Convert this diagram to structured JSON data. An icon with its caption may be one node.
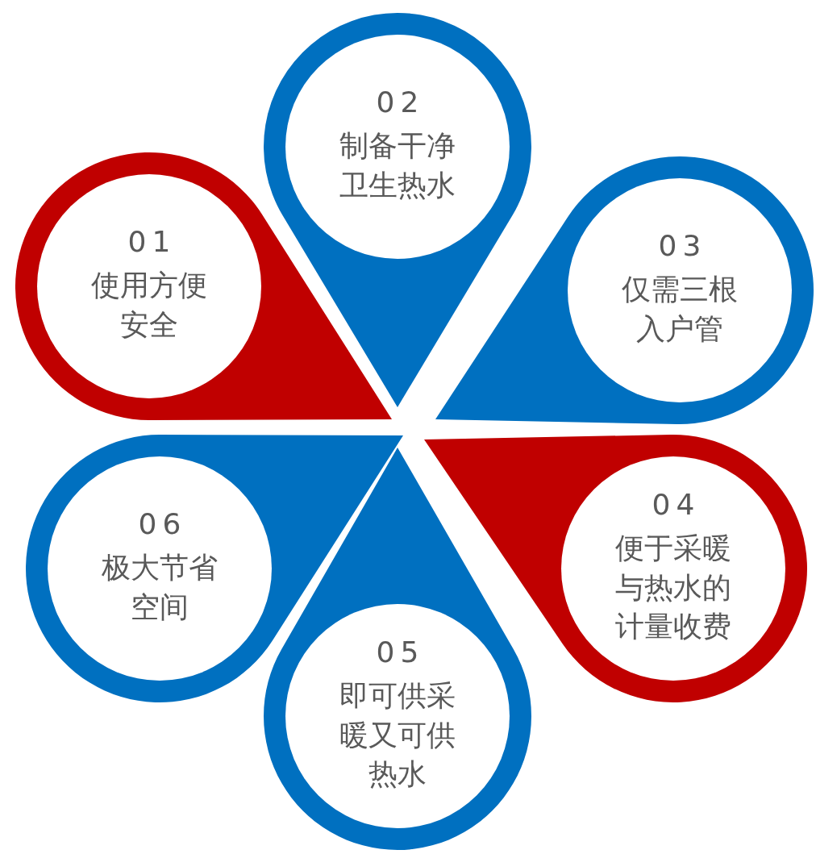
{
  "diagram": {
    "nodes": [
      {
        "text": [
          "01",
          "使用方便安全"
        ]
      },
      {
        "text": [
          "02",
          "制备干净卫生热水"
        ]
      },
      {
        "text": [
          "03",
          "仅需三根入户管"
        ]
      },
      {
        "text": [
          "04",
          "便于采暖与热水的计量收费"
        ]
      },
      {
        "text": [
          "05",
          "即可供采暖又可供热水"
        ]
      },
      {
        "text": [
          "06",
          "极大节省空间"
        ]
      }
    ]
  }
}
